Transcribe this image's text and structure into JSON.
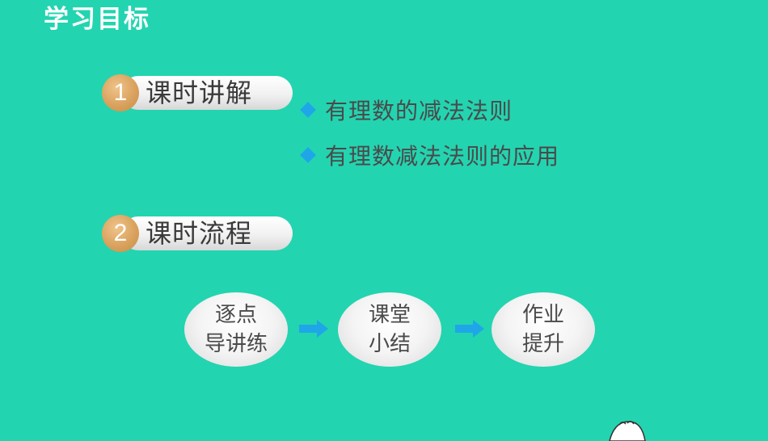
{
  "title": "学习目标",
  "sections": [
    {
      "number": "1",
      "label": "课时讲解"
    },
    {
      "number": "2",
      "label": "课时流程"
    }
  ],
  "bullets": [
    "有理数的减法法则",
    "有理数减法法则的应用"
  ],
  "flow": [
    {
      "line1": "逐点",
      "line2": "导讲练"
    },
    {
      "line1": "课堂",
      "line2": "小结"
    },
    {
      "line1": "作业",
      "line2": "提升"
    }
  ],
  "colors": {
    "background": "#23d4b0",
    "number_badge": "#d9a25e",
    "bullet_diamond": "#1fa6e8",
    "arrow": "#1fa6e8"
  },
  "icons": {
    "bullet": "diamond-icon",
    "flow_connector": "arrow-right-icon"
  }
}
